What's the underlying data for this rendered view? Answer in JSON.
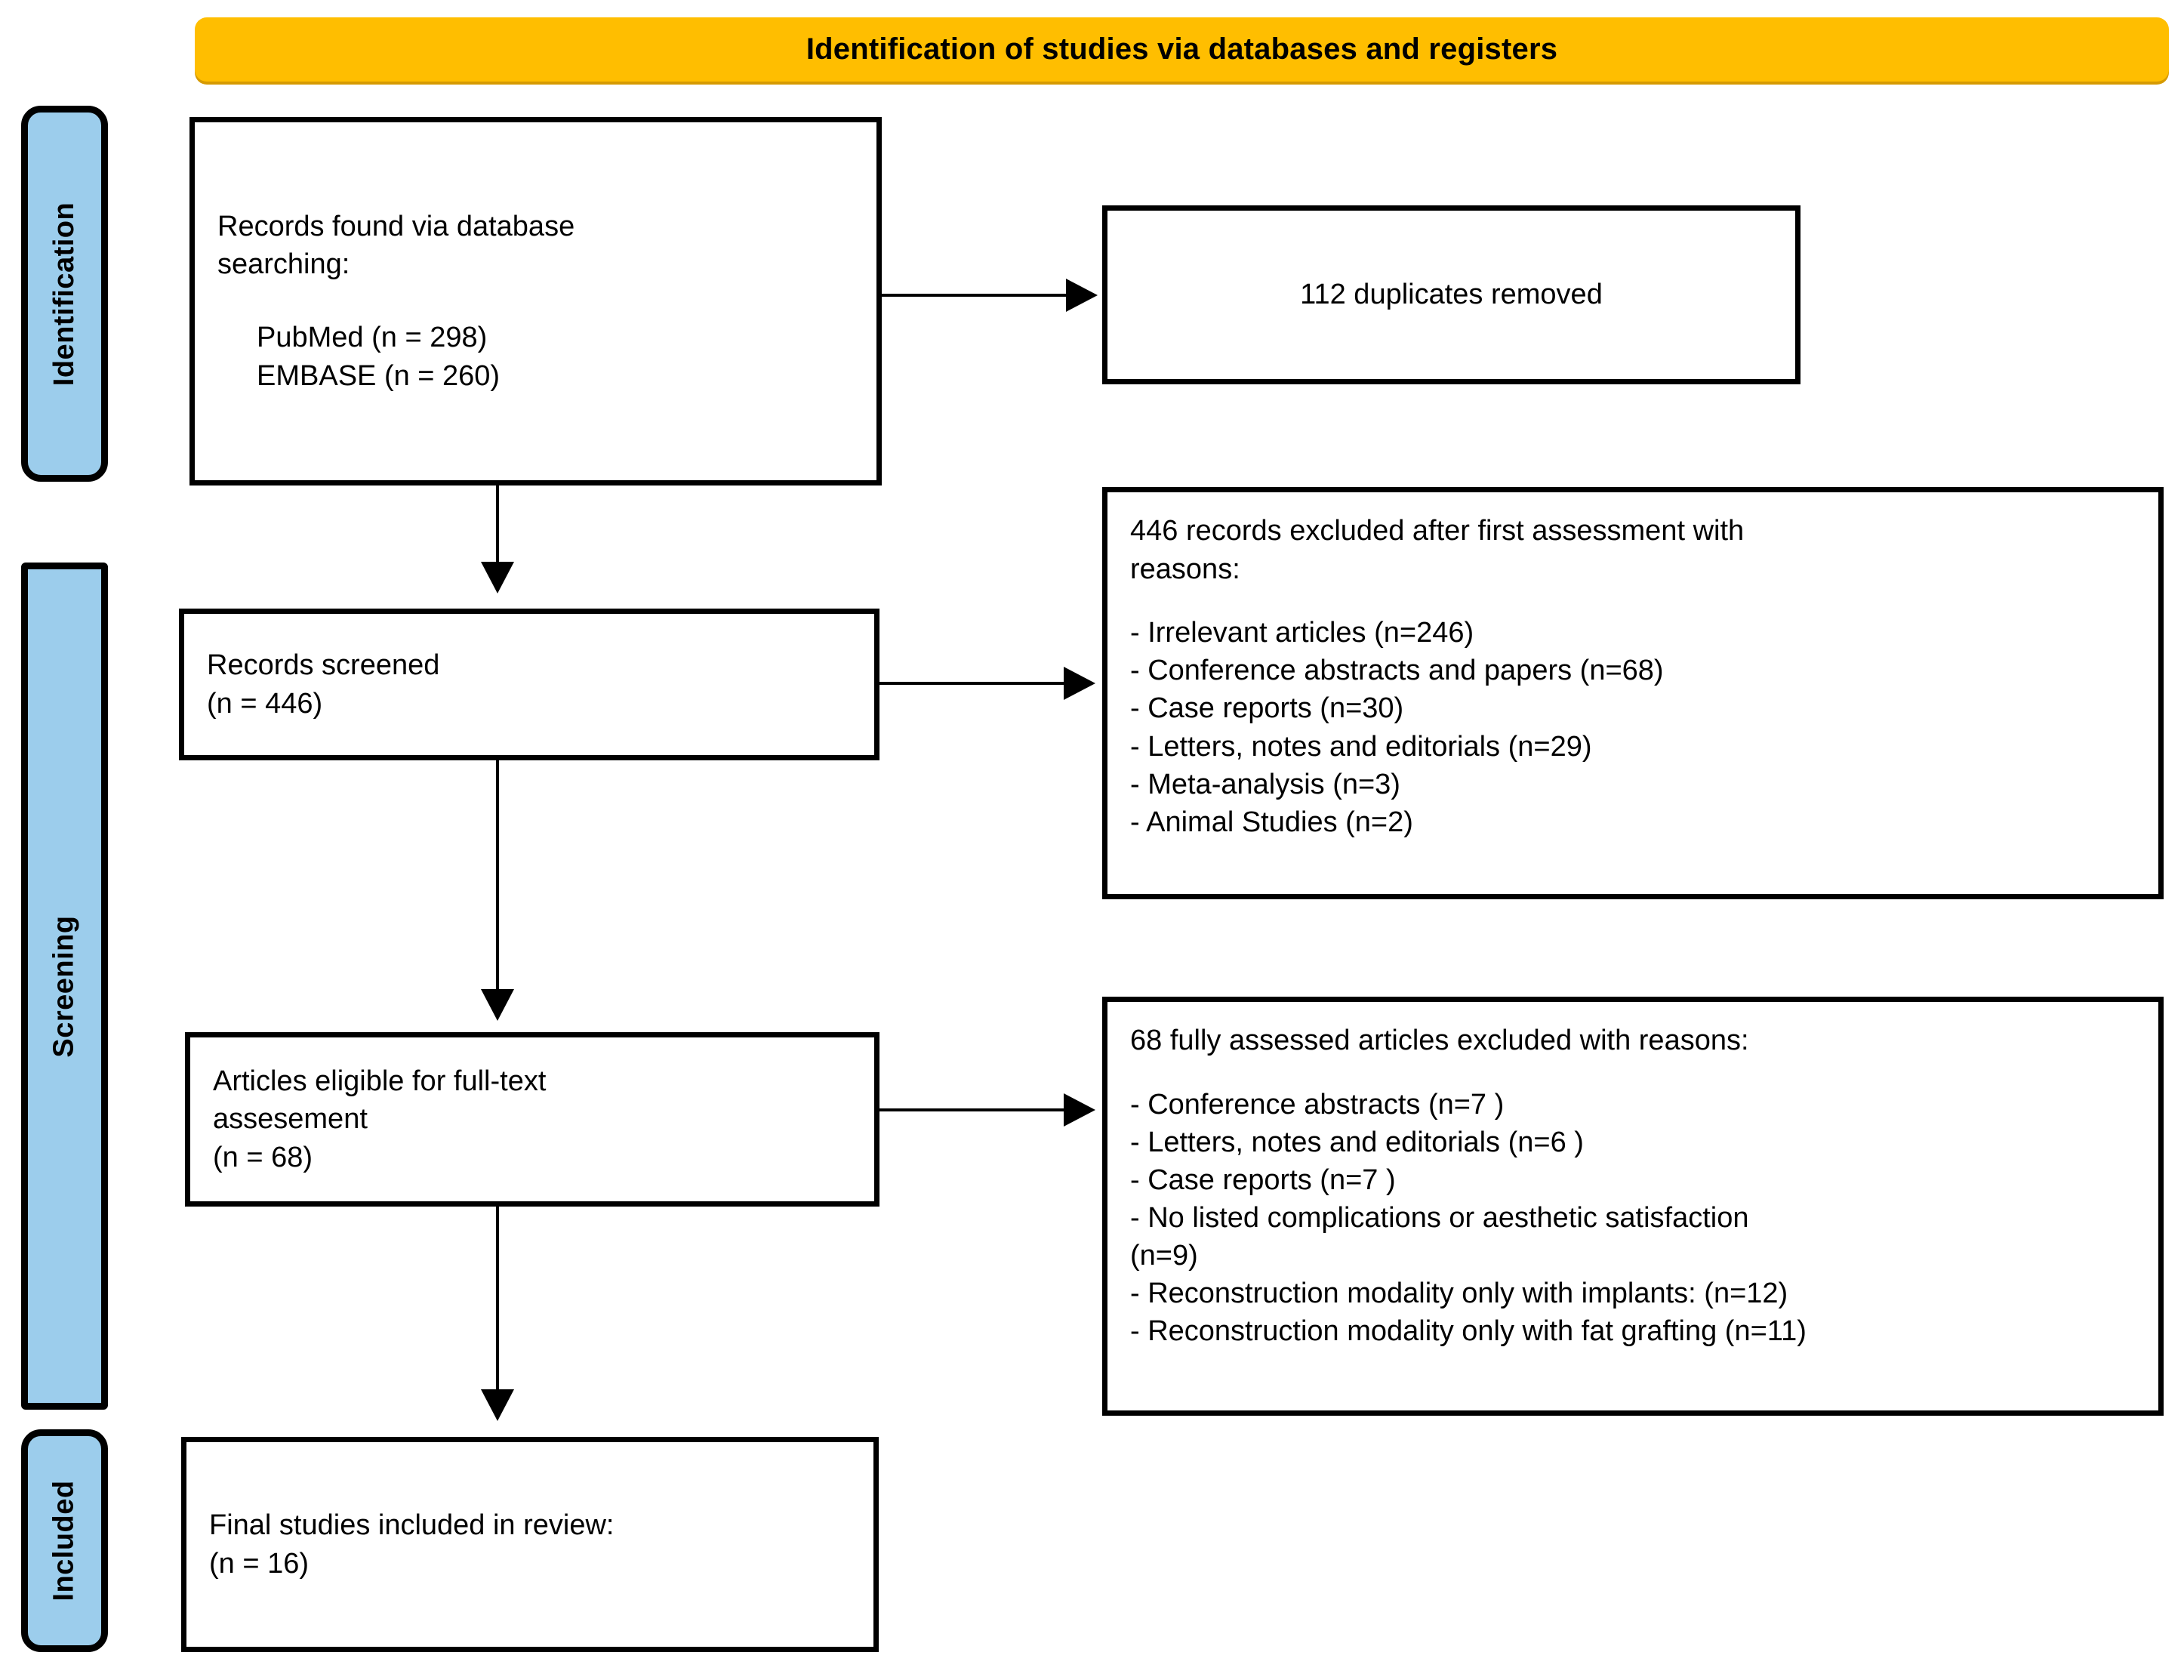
{
  "banner": {
    "title": "Identification of studies via databases and registers",
    "color": "#FFBE00"
  },
  "stages": {
    "color": "#9CCDEC",
    "identification": "Identification",
    "screening": "Screening",
    "included": "Included"
  },
  "boxes": {
    "records_found": {
      "line1": "Records found via database",
      "line2": "searching:",
      "source1": "PubMed (n = 298)",
      "source2": "EMBASE (n = 260)"
    },
    "duplicates_removed": {
      "text": "112 duplicates removed"
    },
    "records_screened": {
      "line1": "Records screened",
      "line2": "(n = 446)"
    },
    "excluded_first": {
      "heading_line1": "446 records excluded after first assessment with",
      "heading_line2": "reasons:",
      "reasons": [
        "- Irrelevant articles (n=246)",
        "- Conference abstracts and papers (n=68)",
        "- Case reports (n=30)",
        "- Letters, notes and editorials (n=29)",
        "- Meta-analysis (n=3)",
        "- Animal Studies (n=2)"
      ]
    },
    "eligible_fulltext": {
      "line1": "Articles eligible for full-text",
      "line2": "assesement",
      "line3": "(n = 68)"
    },
    "excluded_fulltext": {
      "heading": "68 fully assessed articles excluded with reasons:",
      "reasons": [
        "- Conference abstracts (n=7 )",
        "- Letters, notes and editorials (n=6 )",
        "- Case reports (n=7 )",
        "- No listed complications or aesthetic satisfaction",
        "(n=9)",
        "- Reconstruction modality only with implants: (n=12)",
        "- Reconstruction modality only with fat grafting (n=11)"
      ]
    },
    "final_included": {
      "line1": "Final studies included in review:",
      "line2": "(n = 16)"
    }
  }
}
